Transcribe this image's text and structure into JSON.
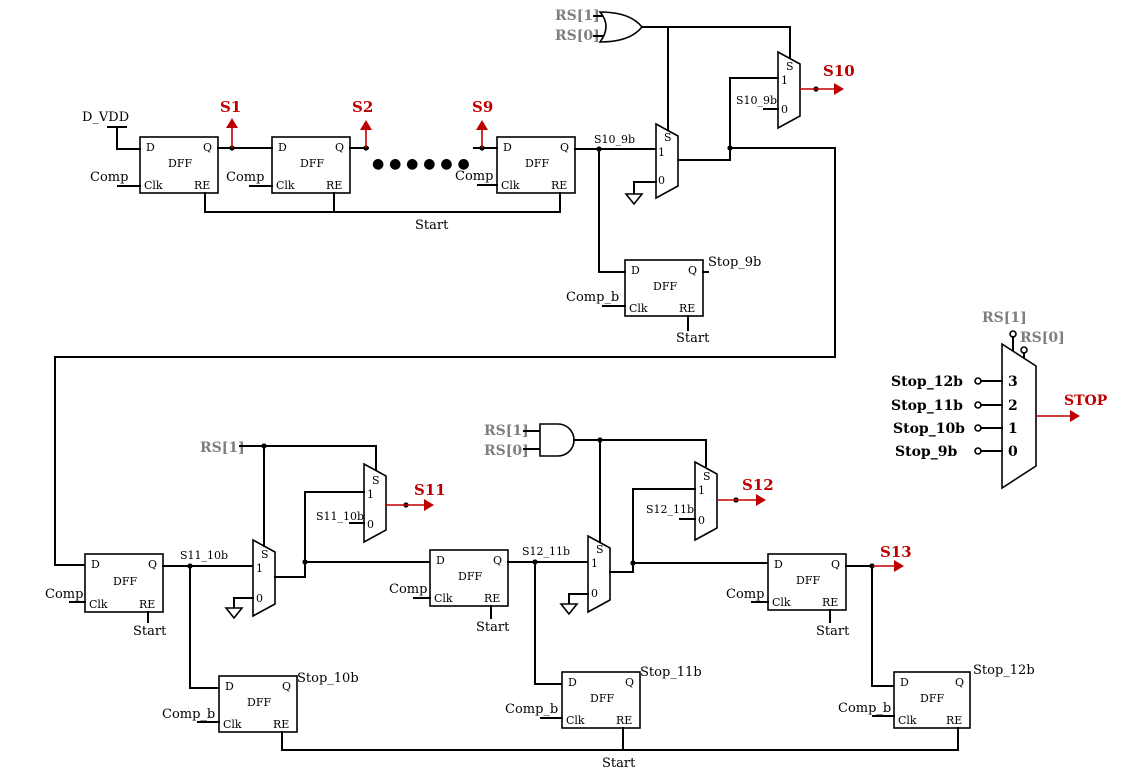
{
  "dff": {
    "title": "DFF",
    "pin_d": "D",
    "pin_q": "Q",
    "pin_clk": "Clk",
    "pin_re": "RE"
  },
  "mux": {
    "sel": "S",
    "in1": "1",
    "in0": "0"
  },
  "signals": {
    "d_vdd": "D_VDD",
    "comp": "Comp",
    "comp_b": "Comp_b",
    "start": "Start",
    "dots": "● ● ● ● ● ●",
    "s10_9b": "S10_9b",
    "s11_10b": "S11_10b",
    "s12_11b": "S12_11b",
    "stop_9b": "Stop_9b",
    "stop_10b": "Stop_10b",
    "stop_11b": "Stop_11b",
    "stop_12b": "Stop_12b",
    "stop": "STOP"
  },
  "outputs": {
    "s1": "S1",
    "s2": "S2",
    "s9": "S9",
    "s10": "S10",
    "s11": "S11",
    "s12": "S12",
    "s13": "S13"
  },
  "rs": {
    "rs1": "RS[1]",
    "rs0": "RS[0]"
  },
  "final_mux": {
    "in3_label": "Stop_12b",
    "in2_label": "Stop_11b",
    "in1_label": "Stop_10b",
    "in0_label": "Stop_9b",
    "in3": "3",
    "in2": "2",
    "in1": "1",
    "in0": "0"
  },
  "colors": {
    "output_red": "#c00000",
    "rs_grey": "#7f7f7f",
    "wire": "#000000"
  }
}
